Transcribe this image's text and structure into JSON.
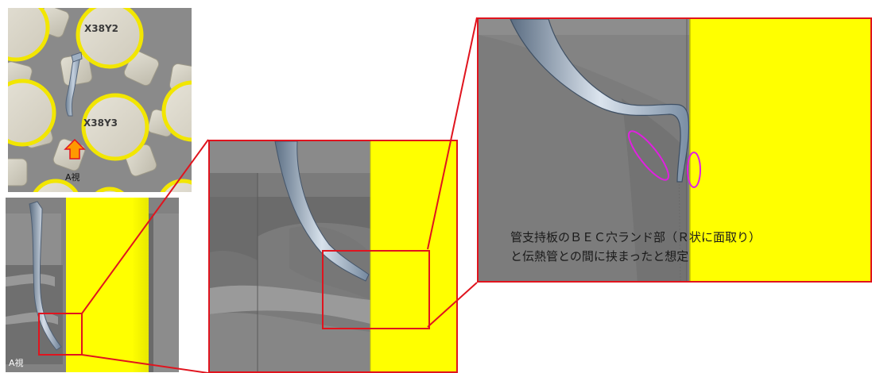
{
  "top_view": {
    "tube_label_1": "X38Y2",
    "tube_label_2": "X38Y3",
    "view_label": "A視"
  },
  "side_view": {
    "view_label": "A視"
  },
  "annotation": {
    "line1": "管支持板のＢＥＣ穴ランド部（Ｒ状に面取り）",
    "line2": "と伝熱管との間に挟まったと想定"
  },
  "colors": {
    "highlight_yellow": "#ffff00",
    "callout_red": "#e0141e",
    "marker_magenta": "#e020e0",
    "arrow_orange": "#ff9900"
  }
}
